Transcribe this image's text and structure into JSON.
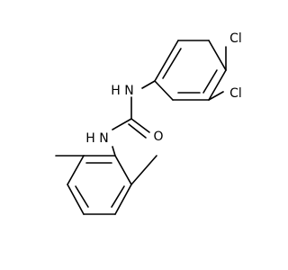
{
  "molecule": {
    "atoms": {
      "cl_top": {
        "label": "Cl",
        "color": "#000000"
      },
      "cl_bottom": {
        "label": "Cl",
        "color": "#000000"
      },
      "nh_upper": {
        "label": "H N",
        "color": "#000000"
      },
      "nh_lower": {
        "label": "H N",
        "color": "#000000"
      },
      "oxygen": {
        "label": "O",
        "color": "#000000"
      }
    }
  }
}
